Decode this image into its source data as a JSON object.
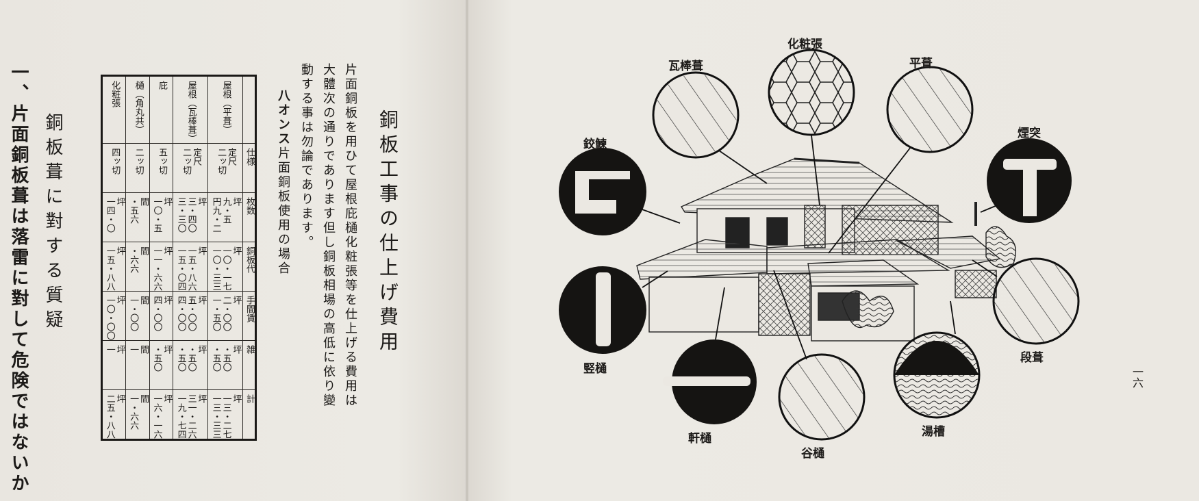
{
  "left_page": {
    "question_title": "一、片面銅板葺は落雷に對して危険ではないか",
    "answer_heading": "銅板葺に對する質疑",
    "section_title": "銅板工事の仕上げ費用",
    "body_lines": [
      "片面銅板を用ひて屋根庇樋化粧張等を仕上げる費用は",
      "大體次の通りであります但し銅板相場の高低に依り變",
      "動する事は勿論であります。"
    ],
    "note_bold": "八オンス",
    "note_rest": "片面銅板使用の場合",
    "table": {
      "headers": [
        "仕様",
        "枚数",
        "銅板代",
        "手間賃",
        "雑",
        "計"
      ],
      "rows": [
        {
          "item": "屋根（平葺）",
          "spec": "定尺\n二ッ切",
          "sheets": "坪\n九・五\n円九・二",
          "copper": "坪\n一〇・一七\n一〇・三三",
          "labor": "坪\n二・〇〇\n一・五〇",
          "misc": "坪\n・五〇\n・五〇",
          "total": "坪\n一三・二七\n一三・三三"
        },
        {
          "item": "屋根（瓦棒葺）",
          "spec": "定尺\n二ッ切",
          "sheets": "坪\n三・四〇\n三・三〇",
          "copper": "坪\n一五・八六\n一五・〇四",
          "labor": "坪\n五・〇〇\n四・〇〇",
          "misc": "坪\n・五〇\n・五〇",
          "total": "坪\n三一・二六\n一九・七四"
        },
        {
          "item": "庇",
          "spec": "五ッ切",
          "sheets": "坪\n一〇・五",
          "copper": "坪\n一一・六六",
          "labor": "坪\n四・〇〇",
          "misc": "坪\n・五〇",
          "total": "坪\n一六・一六"
        },
        {
          "item": "樋（角丸共）",
          "spec": "二ッ切",
          "sheets": "間\n・五六",
          "copper": "間\n・六六",
          "labor": "間\n一・〇〇",
          "misc": "間\n一",
          "total": "間\n一・六六"
        },
        {
          "item": "化粧張",
          "spec": "四ッ切",
          "sheets": "坪\n一四・〇",
          "copper": "坪\n一五・八八",
          "labor": "坪\n一〇・〇〇",
          "misc": "坪\n一",
          "total": "坪\n二五・八八"
        }
      ]
    }
  },
  "right_page": {
    "page_number": "一六",
    "labels": {
      "kawarabo": "瓦棒葺",
      "kasho": "化粧張",
      "hira": "平葺",
      "entotsu": "煙突",
      "hafu": "鉸鰊",
      "tatedoi": "竪樋",
      "dan": "段葺",
      "nokidoi": "軒樋",
      "taninoki": "谷樋",
      "yubune": "湯槽"
    }
  }
}
